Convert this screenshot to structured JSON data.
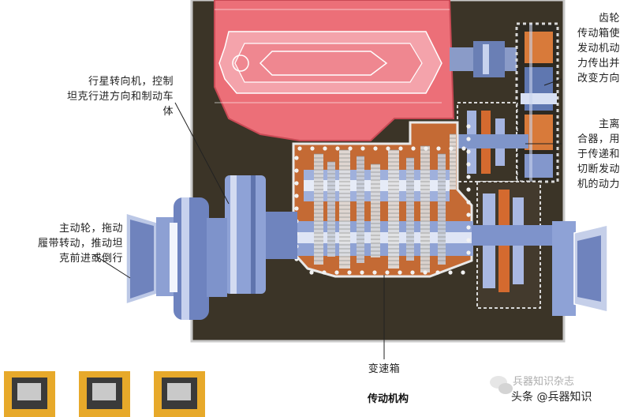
{
  "labels": {
    "gearbox_top": "齿轮\n传动箱使\n发动机动\n力传出并\n改变方向",
    "steering": "行星转向机，控制\n坦克行进方向和制动车\n体",
    "clutch": "主离\n合器，用\n于传递和\n切断发动\n机的动力",
    "sprocket": "主动轮，拖动\n履带转动，推动坦\n克前进或倒行",
    "transmission": "变速箱"
  },
  "caption": "传动机构",
  "watermark": {
    "main": "头条 @兵器知识",
    "faint": "兵器知识杂志"
  },
  "colors": {
    "engine": "#e8606a",
    "dark_housing": "#3a3328",
    "copper": "#b5622e",
    "steel_blue": "#7f95c9",
    "pink_background": "#f4b6c0"
  }
}
